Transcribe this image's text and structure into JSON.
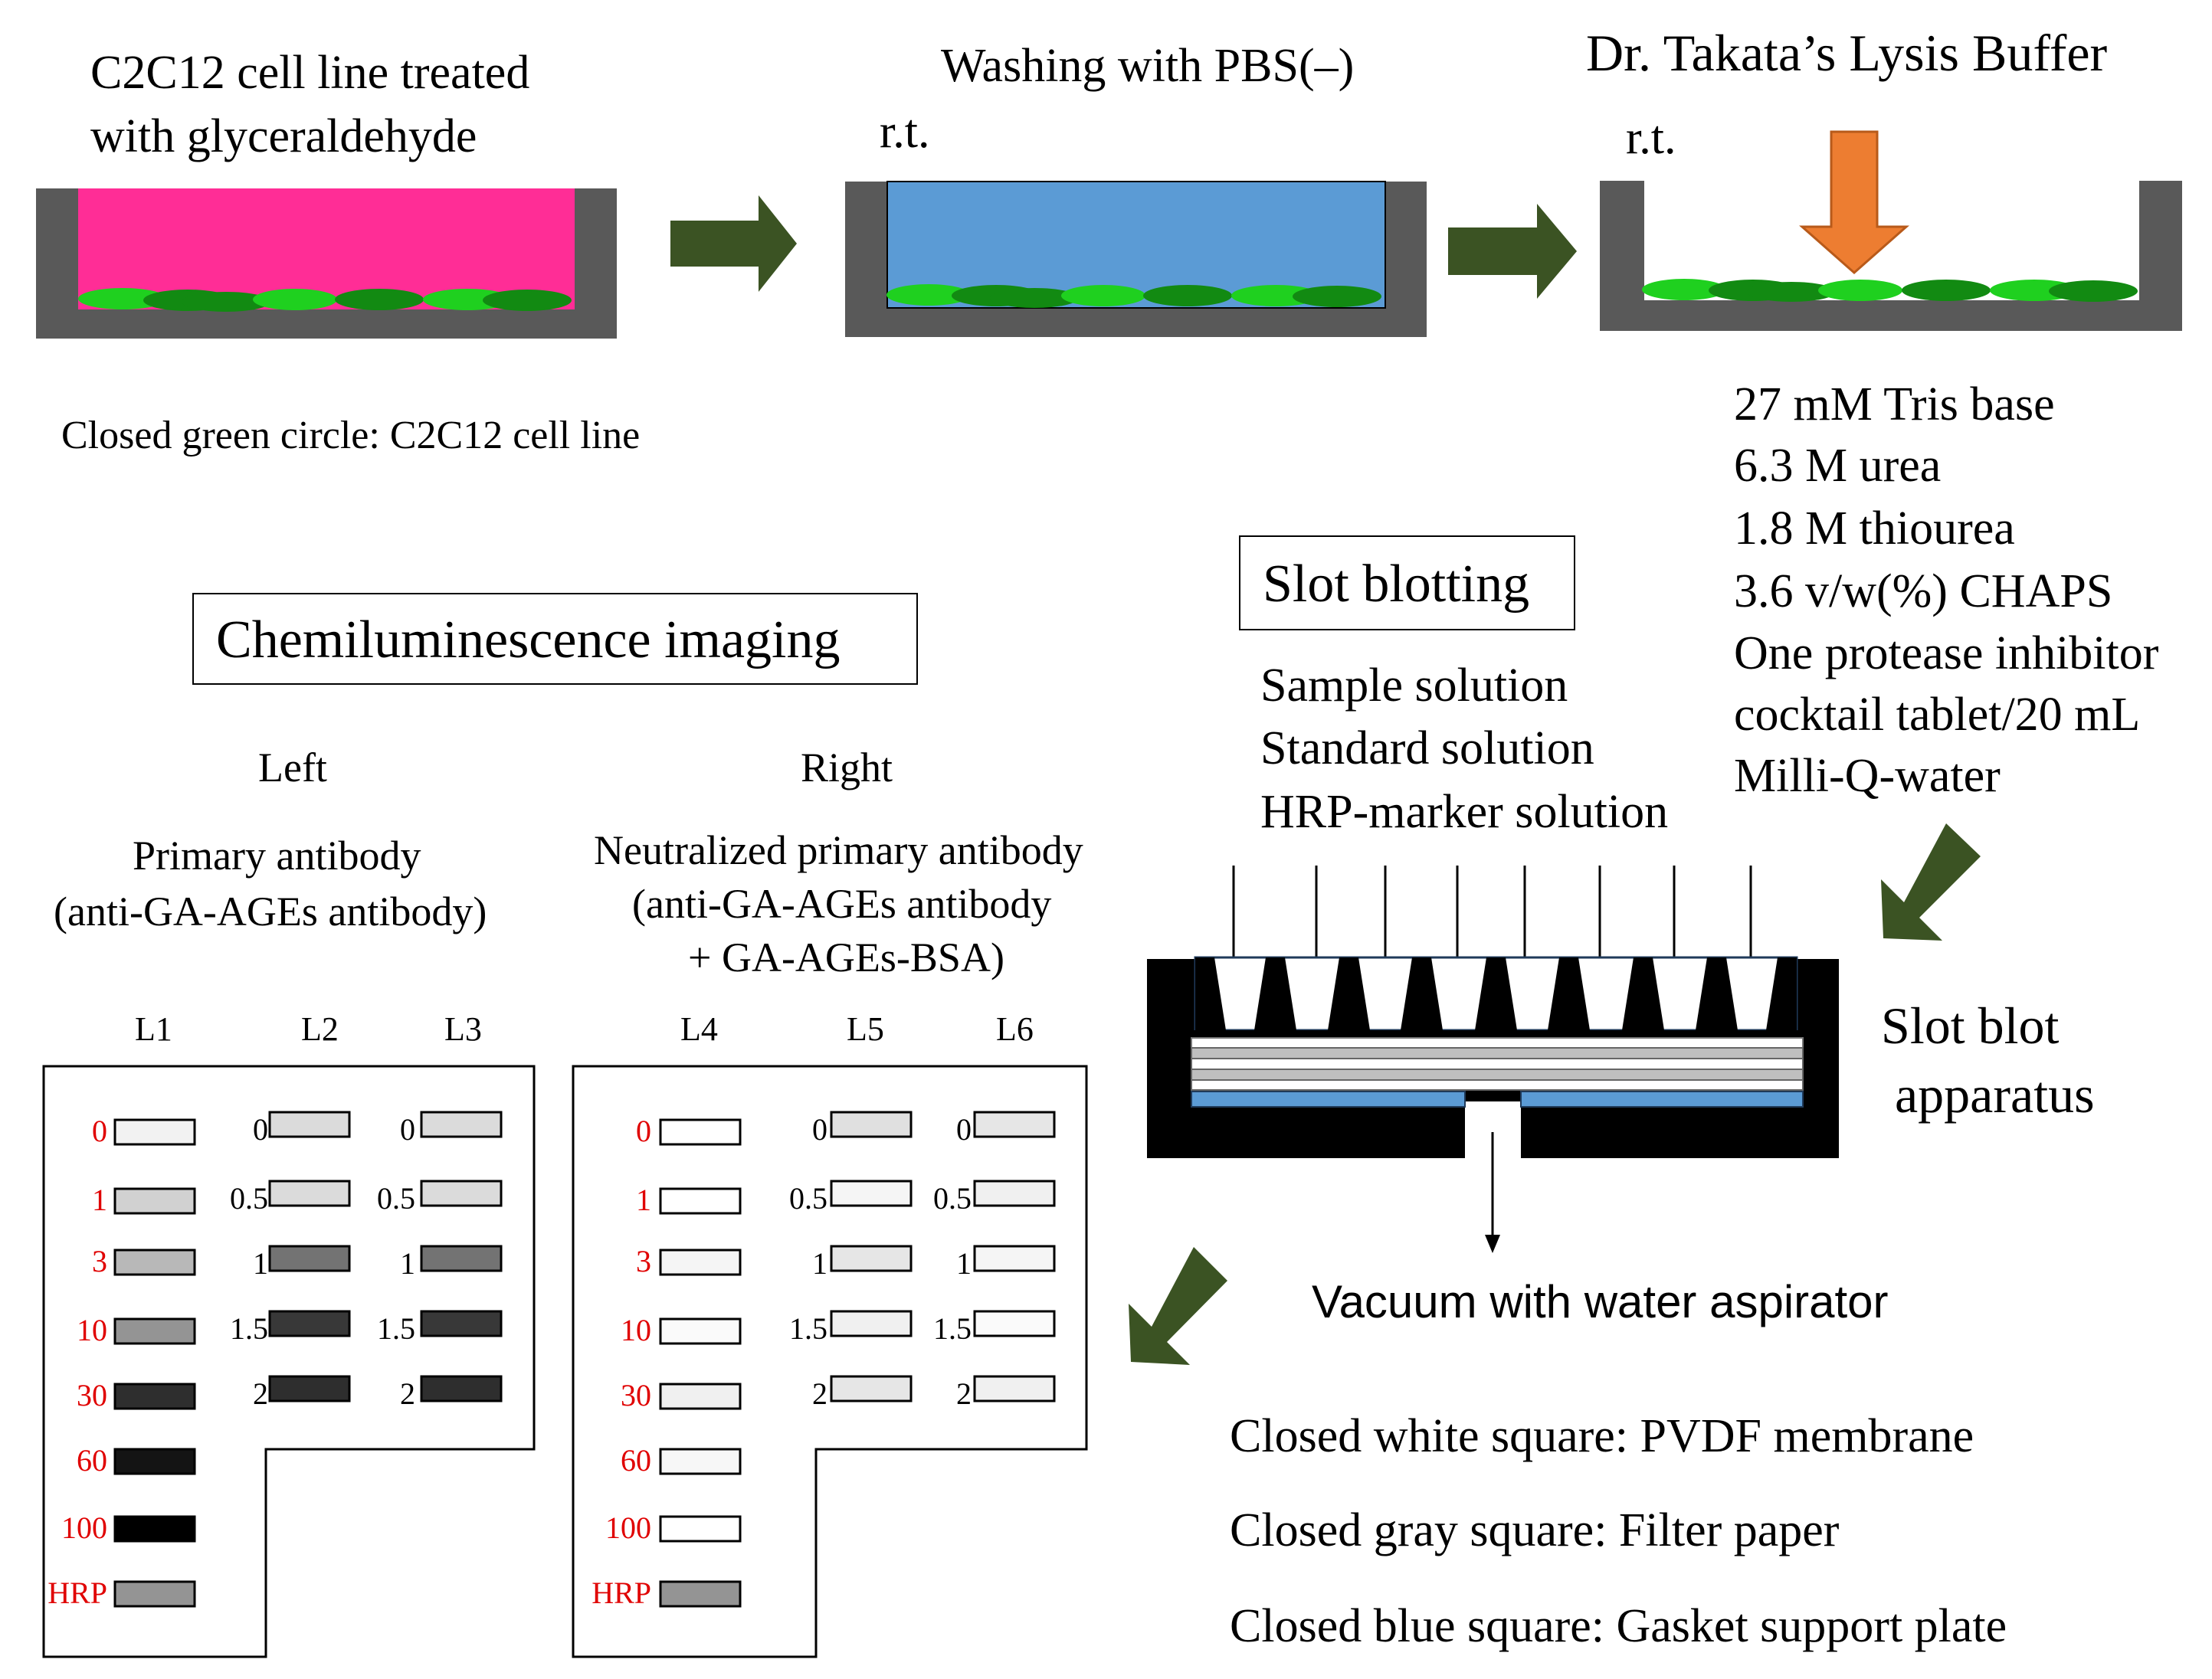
{
  "colors": {
    "dish_wall": "#595959",
    "medium": "#ff2d96",
    "pbs": "#5b9bd5",
    "cell_light": "#1fd01f",
    "cell_dark": "#128a12",
    "flow_arrow": "#3b5323",
    "lysis_arrow": "#ed7d31",
    "gasket": "#5b9bd5",
    "red_label": "#e00000"
  },
  "steps": {
    "step1_title_line1": "C2C12 cell line treated",
    "step1_title_line2": "with glyceraldehyde",
    "step2_title": "Washing with PBS(–)",
    "step2_temp": "r.t.",
    "step3_title": "Dr. Takata’s Lysis Buffer",
    "step3_temp": "r.t."
  },
  "cell_note": "Closed green circle: C2C12 cell line",
  "buffer_components": [
    "27 mM Tris base",
    "6.3 M urea",
    "1.8 M thiourea",
    "3.6 v/w(%) CHAPS",
    "One protease inhibitor",
    "cocktail tablet/20 mL",
    "Milli-Q-water"
  ],
  "slot_blotting": {
    "title": "Slot blotting",
    "inputs": [
      "Sample solution",
      "Standard solution",
      "HRP-marker solution"
    ],
    "apparatus_line1": "Slot blot",
    "apparatus_line2": "apparatus",
    "vacuum": "Vacuum with water aspirator"
  },
  "legend": [
    "Closed white square: PVDF membrane",
    "Closed gray square: Filter paper",
    "Closed blue square: Gasket support plate"
  ],
  "chemi": {
    "title": "Chemiluminescence imaging",
    "left_label": "Left",
    "right_label": "Right",
    "left_desc_line1": "Primary antibody",
    "left_desc_line2": "(anti-GA-AGEs antibody)",
    "right_desc_line1": "Neutralized primary antibody",
    "right_desc_line2": "(anti-GA-AGEs antibody",
    "right_desc_line3": "+ GA-AGEs-BSA)"
  },
  "membranes": {
    "left": {
      "lanes": [
        "L1",
        "L2",
        "L3"
      ],
      "sample_labels": [
        "0",
        "1",
        "3",
        "10",
        "30",
        "60",
        "100",
        "HRP"
      ],
      "sample_intensity": [
        0.05,
        0.18,
        0.28,
        0.42,
        0.82,
        0.92,
        1.0,
        0.42
      ],
      "standard_labels": [
        "0",
        "0.5",
        "1",
        "1.5",
        "2"
      ],
      "std_a_intensity": [
        0.14,
        0.14,
        0.55,
        0.78,
        0.82
      ],
      "std_b_intensity": [
        0.14,
        0.14,
        0.55,
        0.78,
        0.82
      ]
    },
    "right": {
      "lanes": [
        "L4",
        "L5",
        "L6"
      ],
      "sample_labels": [
        "0",
        "1",
        "3",
        "10",
        "30",
        "60",
        "100",
        "HRP"
      ],
      "sample_intensity": [
        0.0,
        0.0,
        0.04,
        0.02,
        0.06,
        0.03,
        0.0,
        0.42
      ],
      "standard_labels": [
        "0",
        "0.5",
        "1",
        "1.5",
        "2"
      ],
      "std_a_intensity": [
        0.12,
        0.04,
        0.1,
        0.06,
        0.1
      ],
      "std_b_intensity": [
        0.1,
        0.06,
        0.04,
        0.02,
        0.06
      ]
    }
  }
}
